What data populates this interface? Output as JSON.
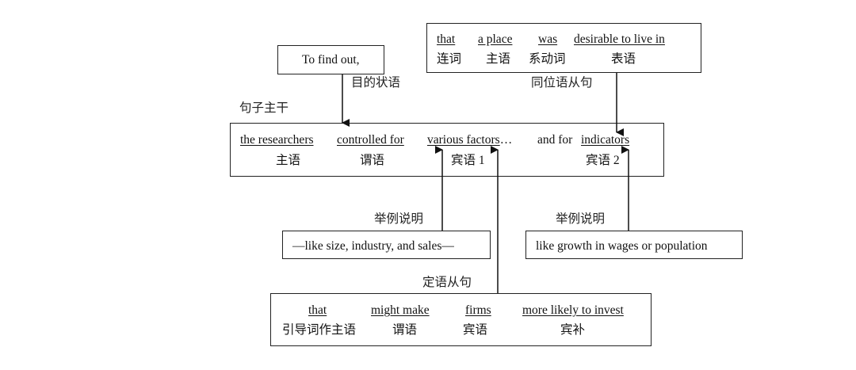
{
  "purpose_box": {
    "text": "To find out,",
    "label": "目的状语"
  },
  "appositive_box": {
    "words": [
      "that",
      "a place",
      "was",
      "desirable to live in"
    ],
    "roles": [
      "连词",
      "主语",
      "系动词",
      "表语"
    ],
    "label": "同位语从句"
  },
  "main_clause": {
    "title": "句子主干",
    "subject": "the researchers",
    "subject_role": "主语",
    "verb": "controlled for",
    "verb_role": "谓语",
    "object1": "various factors",
    "object1_tail": "…",
    "object1_role": "宾语 1",
    "connector": "and for",
    "object2": "indicators",
    "object2_role": "宾语 2"
  },
  "example1": {
    "label": "举例说明",
    "text": "—like size, industry, and sales—"
  },
  "example2": {
    "label": "举例说明",
    "text": "like growth in wages or population"
  },
  "relative_clause": {
    "label": "定语从句",
    "words": [
      "that",
      "might make",
      "firms",
      "more likely to invest"
    ],
    "roles": [
      "引导词作主语",
      "谓语",
      "宾语",
      "宾补"
    ]
  }
}
